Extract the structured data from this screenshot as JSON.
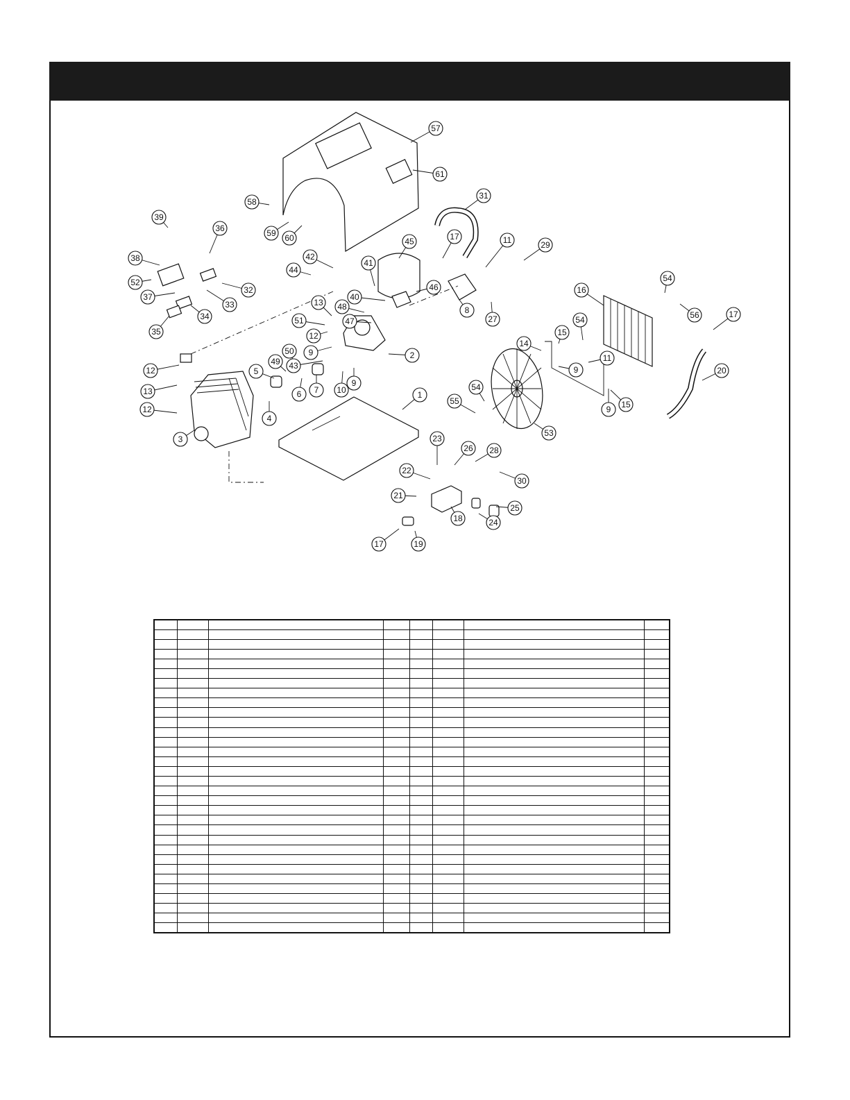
{
  "callouts": [
    {
      "label": "57"
    },
    {
      "label": "61"
    },
    {
      "label": "58"
    },
    {
      "label": "59"
    },
    {
      "label": "60"
    },
    {
      "label": "31"
    },
    {
      "label": "39"
    },
    {
      "label": "36"
    },
    {
      "label": "45"
    },
    {
      "label": "17"
    },
    {
      "label": "11"
    },
    {
      "label": "29"
    },
    {
      "label": "38"
    },
    {
      "label": "42"
    },
    {
      "label": "41"
    },
    {
      "label": "44"
    },
    {
      "label": "52"
    },
    {
      "label": "32"
    },
    {
      "label": "37"
    },
    {
      "label": "33"
    },
    {
      "label": "40"
    },
    {
      "label": "46"
    },
    {
      "label": "8"
    },
    {
      "label": "27"
    },
    {
      "label": "16"
    },
    {
      "label": "54"
    },
    {
      "label": "56"
    },
    {
      "label": "34"
    },
    {
      "label": "13"
    },
    {
      "label": "48"
    },
    {
      "label": "47"
    },
    {
      "label": "35"
    },
    {
      "label": "51"
    },
    {
      "label": "12"
    },
    {
      "label": "54"
    },
    {
      "label": "15"
    },
    {
      "label": "17"
    },
    {
      "label": "9"
    },
    {
      "label": "14"
    },
    {
      "label": "2"
    },
    {
      "label": "12"
    },
    {
      "label": "50"
    },
    {
      "label": "43"
    },
    {
      "label": "49"
    },
    {
      "label": "5"
    },
    {
      "label": "11"
    },
    {
      "label": "9"
    },
    {
      "label": "9"
    },
    {
      "label": "10"
    },
    {
      "label": "20"
    },
    {
      "label": "7"
    },
    {
      "label": "6"
    },
    {
      "label": "13"
    },
    {
      "label": "54"
    },
    {
      "label": "1"
    },
    {
      "label": "55"
    },
    {
      "label": "9"
    },
    {
      "label": "15"
    },
    {
      "label": "12"
    },
    {
      "label": "4"
    },
    {
      "label": "53"
    },
    {
      "label": "3"
    },
    {
      "label": "23"
    },
    {
      "label": "26"
    },
    {
      "label": "28"
    },
    {
      "label": "22"
    },
    {
      "label": "30"
    },
    {
      "label": "21"
    },
    {
      "label": "25"
    },
    {
      "label": "18"
    },
    {
      "label": "24"
    },
    {
      "label": "17"
    },
    {
      "label": "19"
    }
  ],
  "table": {
    "rows": 32,
    "cols": 8
  }
}
